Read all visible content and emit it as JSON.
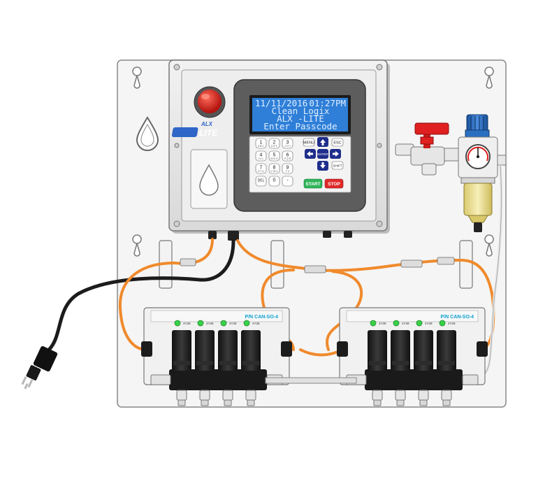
{
  "controller": {
    "display": {
      "date": "11/11/2016",
      "time": "01:27PM",
      "line2": "Clean Logix",
      "line3": "ALX -LITE",
      "line4": "Enter Passcode"
    },
    "logo": {
      "top": "ALX",
      "bottom": "LITE"
    },
    "keypad": [
      {
        "main": "1",
        "sub": "A B C"
      },
      {
        "main": "2",
        "sub": "D E F"
      },
      {
        "main": "3",
        "sub": "G H I"
      },
      {
        "main": "4",
        "sub": "J K L"
      },
      {
        "main": "5",
        "sub": "M N O"
      },
      {
        "main": "6",
        "sub": "P Q R"
      },
      {
        "main": "7",
        "sub": "S T U"
      },
      {
        "main": "8",
        "sub": "V W X"
      },
      {
        "main": "9",
        "sub": "Y Z"
      },
      {
        "main": "DEL",
        "sub": ""
      },
      {
        "main": "0",
        "sub": ""
      },
      {
        "main": "-",
        "sub": ""
      }
    ],
    "nav": {
      "menu": "MENU",
      "esc": "ESC",
      "enter": "ENTER",
      "shift": "SHIFT",
      "start": "START",
      "stop": "STOP"
    }
  },
  "manifolds": [
    {
      "part_number": "P/N CAN-SO-4",
      "valves": [
        {
          "label": "4Y28"
        },
        {
          "label": "4Y28"
        },
        {
          "label": "4Y28"
        },
        {
          "label": "4Y28"
        }
      ]
    },
    {
      "part_number": "P/N CAN-SO-4",
      "valves": [
        {
          "label": "4Y28"
        },
        {
          "label": "4Y28"
        },
        {
          "label": "4Y28"
        },
        {
          "label": "4Y28"
        }
      ]
    }
  ],
  "colors": {
    "panel": "#f4f4f4",
    "enclosure": "#e6e6e6",
    "lcd": "#2f7fd8",
    "keypad_face": "#5d5d5d",
    "nav_keys": "#1f2e8c",
    "start": "#2fb55a",
    "stop": "#e02a2a",
    "cable": "#f08a2c",
    "power_cord": "#1c1c1c",
    "estop": "#d8251f",
    "status_led": "#39d04a",
    "regulator": "#2a6fbf",
    "filter_bowl": "#efe29a",
    "valve_handle": "#e02020"
  },
  "icons": [
    "mounting-hole-icon",
    "water-drop-icon",
    "emergency-stop-icon",
    "pressure-gauge-icon"
  ]
}
